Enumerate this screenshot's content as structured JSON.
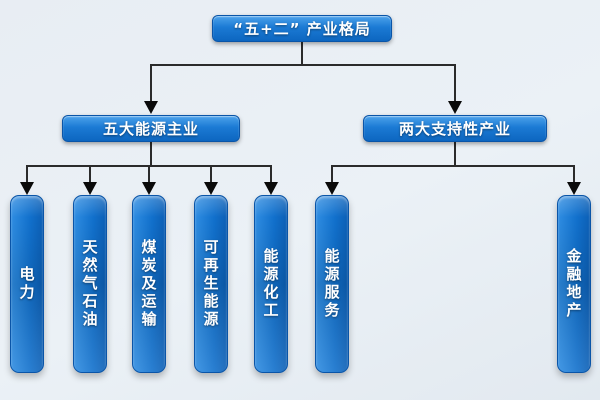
{
  "diagram": {
    "root": {
      "label": "“五+二” 产业格局"
    },
    "branches": [
      {
        "label": "五大能源主业",
        "children": [
          "电力",
          "天然气石油",
          "煤炭及运输",
          "可再生能源",
          "能源化工"
        ]
      },
      {
        "label": "两大支持性产业",
        "children": [
          "能源服务",
          "金融地产"
        ]
      }
    ],
    "colors": {
      "node_fill_top": "#4da3ec",
      "node_fill_bottom": "#0d66c0",
      "node_border": "#0a55a8",
      "node_text": "#ffffff",
      "connector_line": "#2b2b2b",
      "background": "#eaf0f5"
    }
  }
}
